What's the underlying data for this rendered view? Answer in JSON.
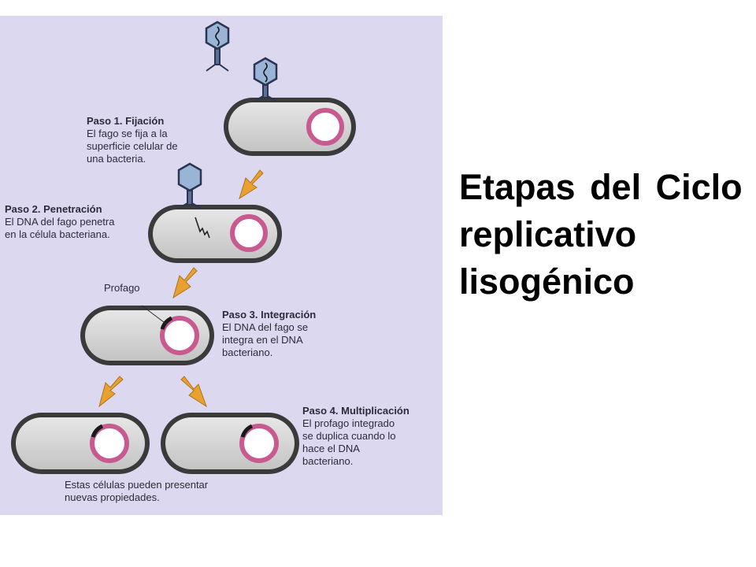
{
  "title": "Etapas del Ciclo replicativo lisogénico",
  "diagram": {
    "background_color": "#dcd8f0",
    "membrane_color": "#c85a90",
    "arrow_color": "#e8a030",
    "steps": [
      {
        "heading": "Paso 1. Fijación",
        "lines": [
          "El fago se fija a la",
          "superficie celular de",
          "una bacteria."
        ]
      },
      {
        "heading": "Paso 2. Penetración",
        "lines": [
          "El DNA del fago penetra",
          "en la célula bacteriana."
        ]
      },
      {
        "heading": "Paso 3. Integración",
        "lines": [
          "El DNA del fago se",
          "integra en el DNA",
          "bacteriano."
        ]
      },
      {
        "heading": "Paso 4. Multiplicación",
        "lines": [
          "El profago integrado",
          "se duplica cuando lo",
          "hace el DNA",
          "bacteriano."
        ]
      }
    ],
    "profago_label": "Profago",
    "footer_lines": [
      "Estas células pueden presentar",
      "nuevas propiedades."
    ]
  }
}
